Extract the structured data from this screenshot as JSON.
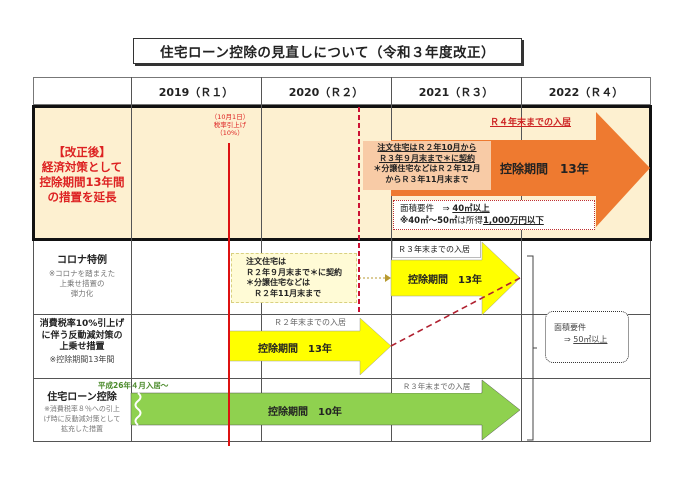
{
  "title": "住宅ローン控除の見直しについて（令和３年度改正）",
  "header": {
    "columns": [
      "2019（Ｒ１）",
      "2020（Ｒ２）",
      "2021（Ｒ３）",
      "2022（Ｒ４）"
    ]
  },
  "tax_increase_marker": {
    "line1": "（10月1日）",
    "line2": "税率引上げ",
    "line3": "（10%）",
    "color": "#dd1111"
  },
  "rows": [
    {
      "label_lines": [
        "【改正後】",
        "経済対策として",
        "控除期間13年間",
        "の措置を延長"
      ],
      "label_color": "#d42a1a",
      "background": "#fdf0d0",
      "arrow": {
        "label": "控除期間　13年",
        "color": "#ee7a30",
        "top_caption": "Ｒ４年末までの入居",
        "top_caption_color": "#cc2222"
      },
      "contract_note": [
        "注文住宅はＲ２年10月から",
        "Ｒ３年９月末まで＊に契約",
        "＊分譲住宅などはＲ２年12月",
        "からＲ３年11月末まで"
      ],
      "area_requirement": {
        "line1_prefix": "面積要件　⇒",
        "line1_value": "40㎡以上",
        "line2_prefix": "※40㎡〜50㎡",
        "line2_mid": "は所得",
        "line2_value": "1,000万円以下"
      }
    },
    {
      "title": "コロナ特例",
      "sub_lines": [
        "※コロナを踏まえた",
        "上乗せ措置の",
        "弾力化"
      ],
      "contract_note": [
        "注文住宅は",
        "Ｒ２年９月末まで＊に契約",
        "＊分譲住宅などは",
        "　Ｒ２年11月末まで"
      ],
      "arrow": {
        "label": "控除期間　13年",
        "color": "#ffff00",
        "top_caption": "Ｒ３年末までの入居"
      }
    },
    {
      "title_lines": [
        "消費税率10%引上げ",
        "に伴う反動減対策の",
        "上乗せ措置"
      ],
      "sub_line": "※控除期間13年間",
      "arrow": {
        "label": "控除期間　13年",
        "color": "#ffff00",
        "top_caption": "Ｒ２年末までの入居"
      },
      "area_requirement": {
        "line1": "面積要件",
        "line2_prefix": "⇒",
        "line2_value": "50㎡以上"
      }
    },
    {
      "title": "住宅ローン控除",
      "sub_lines": [
        "※消費税率８％への引上",
        "げ時に反動減対策として",
        "拡充した措置"
      ],
      "start_caption": "平成26年４月入居〜",
      "arrow": {
        "label": "控除期間　10年",
        "color": "#8fd14f",
        "top_caption": "Ｒ３年末までの入居"
      }
    }
  ]
}
